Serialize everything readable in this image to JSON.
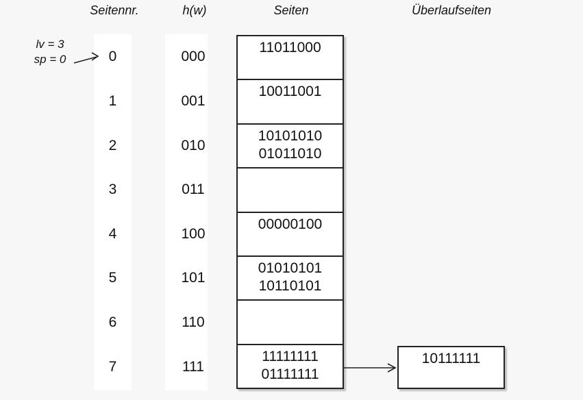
{
  "headers": {
    "page_no": "Seitennr.",
    "hash": "h(w)",
    "pages": "Seiten",
    "overflow": "Überlaufseiten"
  },
  "annotation": {
    "lv": "lv = 3",
    "sp": "sp = 0"
  },
  "buckets": [
    {
      "nr": "0",
      "hash": "000",
      "entries": [
        "11011000"
      ]
    },
    {
      "nr": "1",
      "hash": "001",
      "entries": [
        "10011001"
      ]
    },
    {
      "nr": "2",
      "hash": "010",
      "entries": [
        "10101010",
        "01011010"
      ]
    },
    {
      "nr": "3",
      "hash": "011",
      "entries": []
    },
    {
      "nr": "4",
      "hash": "100",
      "entries": [
        "00000100"
      ]
    },
    {
      "nr": "5",
      "hash": "101",
      "entries": [
        "01010101",
        "10110101"
      ]
    },
    {
      "nr": "6",
      "hash": "110",
      "entries": []
    },
    {
      "nr": "7",
      "hash": "111",
      "entries": [
        "11111111",
        "01111111"
      ]
    }
  ],
  "overflow_pages": [
    {
      "attached_to_bucket": "7",
      "entries": [
        "10111111"
      ]
    }
  ],
  "colors": {
    "background": "#f7f7f7",
    "surface": "#ffffff",
    "border": "#222222",
    "text": "#111111"
  }
}
